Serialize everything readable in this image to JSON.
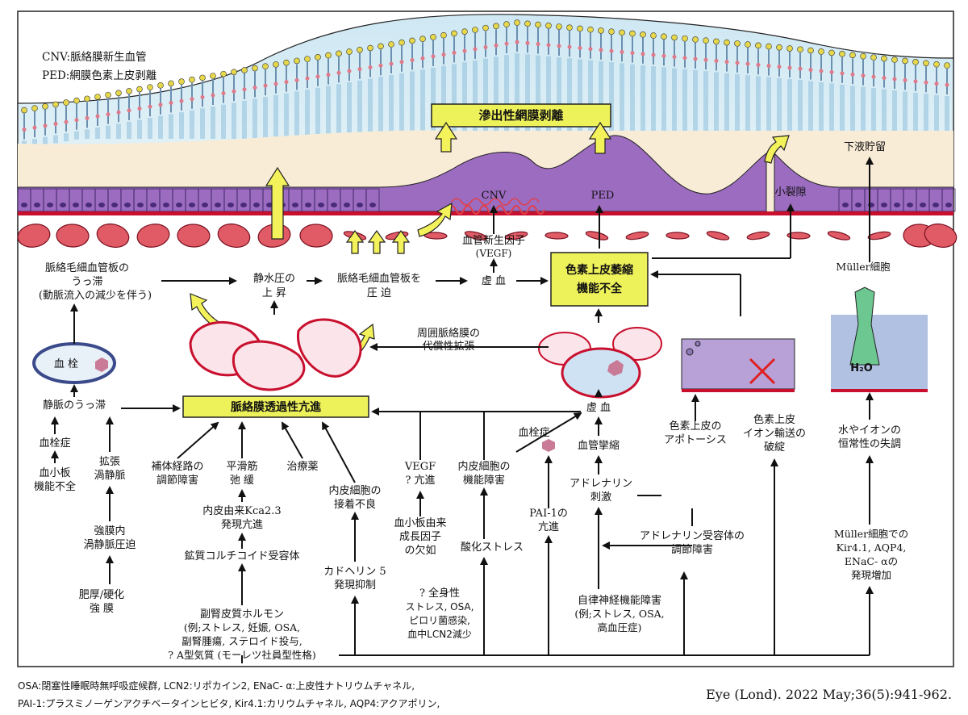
{
  "legend": {
    "cnv": "CNV:脈絡膜新生血管",
    "ped": "PED:網膜色素上皮剥離"
  },
  "boxes": {
    "serous_detachment": "滲出性網膜剥離",
    "rpe_atrophy_line1": "色素上皮萎縮",
    "rpe_atrophy_line2": "機能不全",
    "choroidal_hyperpermeability": "脈絡膜透過性亢進"
  },
  "labels": {
    "cnv": "CNV",
    "ped": "PED",
    "microrip": "小裂隙",
    "subretinal_fluid": "下液貯留",
    "vegf_line1": "血管新生因子",
    "vegf_line2": "(VEGF)",
    "muller_cell": "Müller細胞",
    "h2o": "H₂O",
    "cc_congestion_line1": "脈絡毛細血管板の",
    "cc_congestion_line2": "うっ滞",
    "cc_congestion_line3": "(動脈流入の減少を伴う)",
    "hydrostatic_line1": "静水圧の",
    "hydrostatic_line2": "上 昇",
    "compress_line1": "脈絡毛細血管板を",
    "compress_line2": "圧 迫",
    "ischemia_top": "虚 血",
    "compensatory_line1": "周囲脈絡膜の",
    "compensatory_line2": "代償性拡張",
    "thrombus": "血 栓",
    "venous_congestion": "静脈のうっ滞",
    "thrombosis_left": "血栓症",
    "platelet_line1": "血小板",
    "platelet_line2": "機能不全",
    "dilated_line1": "拡張",
    "dilated_line2": "渦静脈",
    "scleral_line1": "強膜内",
    "scleral_line2": "渦静脈圧迫",
    "thick_line1": "肥厚/硬化",
    "thick_line2": "強 膜",
    "complement_line1": "補体経路の",
    "complement_line2": "調節障害",
    "smooth_line1": "平滑筋",
    "smooth_line2": "弛 緩",
    "treatment": "治療薬",
    "endo_adhesion_line1": "内皮細胞の",
    "endo_adhesion_line2": "接着不良",
    "kca_line1": "内皮由来Kca2.3",
    "kca_line2": "発現亢進",
    "mineralo": "鉱質コルチコイド受容体",
    "cadherin_line1": "カドヘリン 5",
    "cadherin_line2": "発現抑制",
    "cortico_line1": "副腎皮質ホルモン",
    "cortico_line2": "(例;ストレス, 妊娠, OSA,",
    "cortico_line3": "副腎腫瘍, ステロイド投与,",
    "cortico_line4": "? A型気質 (モーレツ社員型性格)",
    "vegf_inc_line1": "VEGF",
    "vegf_inc_line2": "? 亢進",
    "platelet_gf_line1": "血小板由来",
    "platelet_gf_line2": "成長因子",
    "platelet_gf_line3": "の欠如",
    "endo_dys_line1": "内皮細胞の",
    "endo_dys_line2": "機能障害",
    "oxidative": "酸化ストレス",
    "systemic_line1": "? 全身性",
    "systemic_line2": "ストレス, OSA,",
    "systemic_line3": "ピロリ菌感染,",
    "systemic_line4": "血中LCN2減少",
    "thrombosis_mid": "血栓症",
    "pai_line1": "PAI-1の",
    "pai_line2": "亢進",
    "ischemia_mid": "虚 血",
    "vasospasm": "血管攣縮",
    "adrenaline_line1": "アドレナリン",
    "adrenaline_line2": "刺激",
    "adr_receptor_line1": "アドレナリン受容体の",
    "adr_receptor_line2": "調節障害",
    "autonomic_line1": "自律神経機能障害",
    "autonomic_line2": "(例;ストレス, OSA,",
    "autonomic_line3": "高血圧症)",
    "rpe_apoptosis_line1": "色素上皮の",
    "rpe_apoptosis_line2": "アポトーシス",
    "ion_line1": "色素上皮",
    "ion_line2": "イオン輸送の",
    "ion_line3": "破綻",
    "homeo_line1": "水やイオンの",
    "homeo_line2": "恒常性の失調",
    "muller_exp_line1": "Müller細胞での",
    "muller_exp_line2": "Kir4.1, AQP4,",
    "muller_exp_line3": "ENaC- αの",
    "muller_exp_line4": "発現増加"
  },
  "footer": {
    "abbr_line1": "OSA:閉塞性睡眠時無呼吸症候群, LCN2:リポカイン2, ENaC- α:上皮性ナトリウムチャネル,",
    "abbr_line2": "PAI-1:プラスミノーゲンアクチベータインヒビタ, Kir4.1:カリウムチャネル, AQP4:アクアポリン,",
    "citation": "Eye (Lond). 2022 May;36(5):941-962."
  },
  "colors": {
    "box_yellow": "#eef25a",
    "retina_blue": "#d9eef6",
    "fluid_cream": "#f8ecd6",
    "rpe_purple": "#9c6cc0",
    "bruch_red": "#c8102e",
    "vessel_red": "#e05b65",
    "arrow_yellow": "#f3f25a"
  }
}
